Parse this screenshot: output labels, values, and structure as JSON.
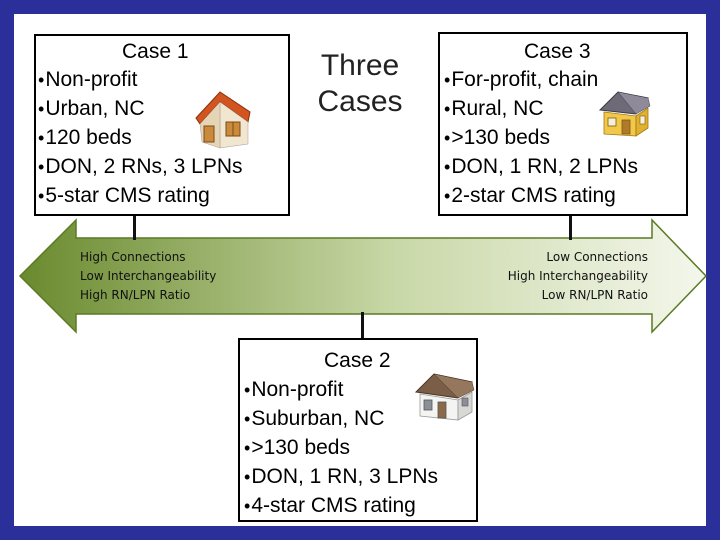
{
  "title": {
    "line1": "Three",
    "line2": "Cases"
  },
  "cases": [
    {
      "title": "Case 1",
      "bullets": [
        "Non-profit",
        "Urban, NC",
        "120 beds",
        "DON, 2 RNs, 3 LPNs",
        "5-star CMS rating"
      ],
      "house_icon": "orange-house-icon"
    },
    {
      "title": "Case 3",
      "bullets": [
        "For-profit, chain",
        "Rural, NC",
        ">130 beds",
        "DON, 1 RN, 2 LPNs",
        "2-star CMS rating"
      ],
      "house_icon": "yellow-house-icon"
    },
    {
      "title": "Case 2",
      "bullets": [
        "Non-profit",
        "Suburban, NC",
        ">130 beds",
        "DON, 1 RN, 3 LPNs",
        "4-star CMS rating"
      ],
      "house_icon": "gray-house-icon"
    }
  ],
  "arrow": {
    "left_labels": [
      "High Connections",
      "Low Interchangeability",
      "High RN/LPN Ratio"
    ],
    "right_labels": [
      "Low Connections",
      "High Interchangeability",
      "Low RN/LPN Ratio"
    ],
    "color_dark": "#6a8a2e",
    "color_light": "#f2f6e8"
  },
  "bullet_glyph": "•",
  "colors": {
    "frame": "#2b2f9a",
    "background": "#ffffff"
  }
}
